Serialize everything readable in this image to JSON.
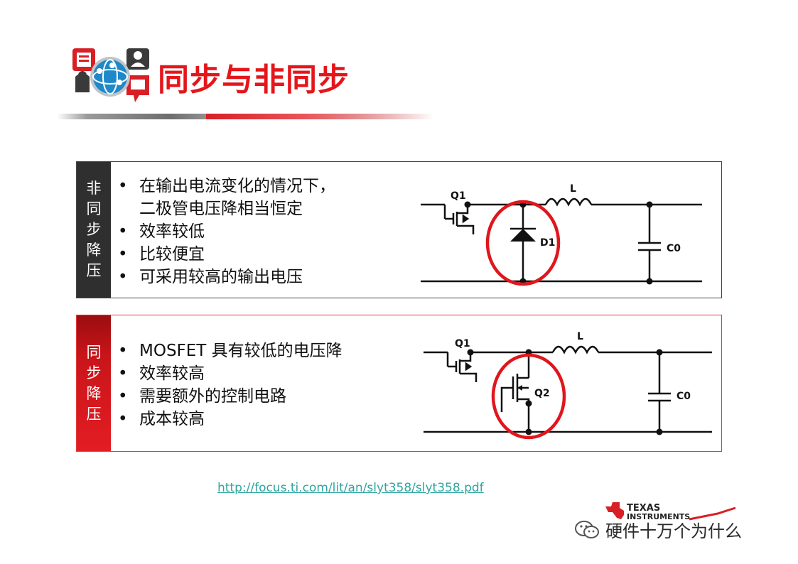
{
  "header": {
    "title": "同步与非同步"
  },
  "panels": {
    "async": {
      "side_label": "非同步降压",
      "bullets": [
        "在输出电流变化的情况下，",
        "二极管电压降相当恒定",
        "效率较低",
        "比较便宜",
        "可采用较高的输出电压"
      ],
      "circuit": {
        "switch": "Q1",
        "inductor": "L",
        "diode": "D1",
        "capacitor": "C0"
      }
    },
    "sync": {
      "side_label": "同步降压",
      "bullets": [
        "MOSFET 具有较低的电压降",
        "效率较高",
        "需要额外的控制电路",
        "成本较高"
      ],
      "circuit": {
        "switch": "Q1",
        "inductor": "L",
        "lowside": "Q2",
        "capacitor": "C0"
      }
    }
  },
  "footer": {
    "link": "http://focus.ti.com/lit/an/slyt358/slyt358.pdf",
    "ti_logo_line1": "TEXAS",
    "ti_logo_line2": "INSTRUMENTS",
    "watermark": "硬件十万个为什么"
  },
  "colors": {
    "accent_red": "#e4161b",
    "dark": "#2f2f2f",
    "link": "#2fa5a0"
  }
}
